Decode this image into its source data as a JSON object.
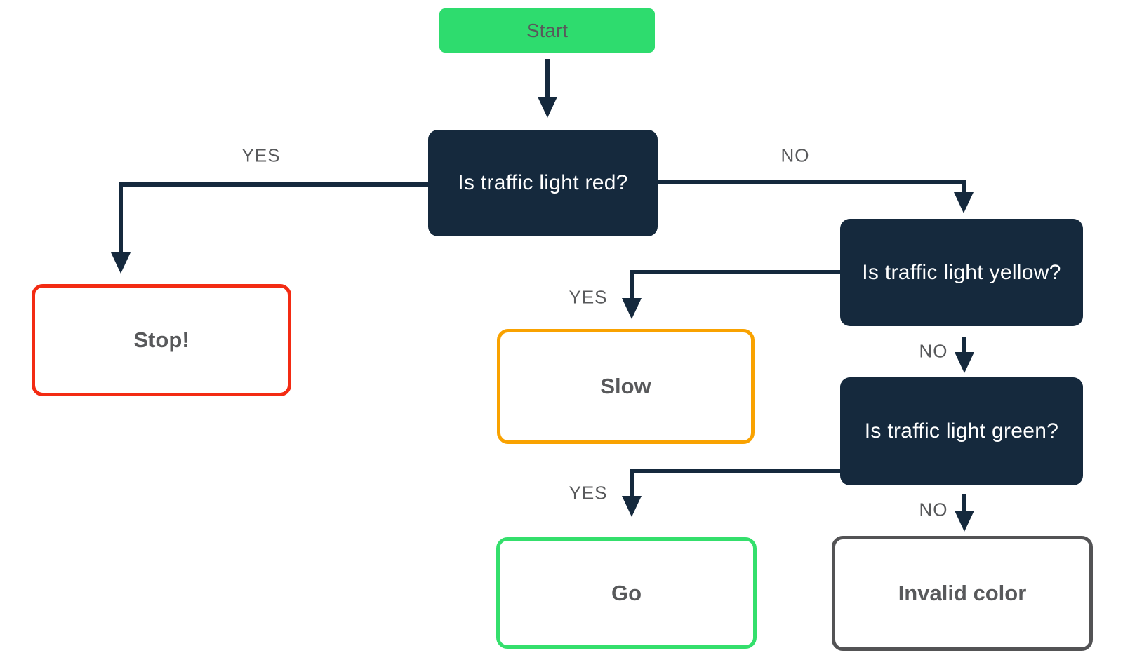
{
  "diagram": {
    "type": "flowchart",
    "nodes": {
      "start": {
        "label": "Start",
        "kind": "start"
      },
      "q_red": {
        "label": "Is traffic light red?",
        "kind": "decision"
      },
      "q_yellow": {
        "label": "Is traffic light yellow?",
        "kind": "decision"
      },
      "q_green": {
        "label": "Is traffic light green?",
        "kind": "decision"
      },
      "stop": {
        "label": "Stop!",
        "kind": "result"
      },
      "slow": {
        "label": "Slow",
        "kind": "result"
      },
      "go": {
        "label": "Go",
        "kind": "result"
      },
      "invalid": {
        "label": "Invalid color",
        "kind": "result"
      }
    },
    "edges": {
      "start_flow": {
        "from": "start",
        "to": "q_red",
        "label": ""
      },
      "red_yes": {
        "from": "q_red",
        "to": "stop",
        "label": "YES"
      },
      "red_no": {
        "from": "q_red",
        "to": "q_yellow",
        "label": "NO"
      },
      "yellow_yes": {
        "from": "q_yellow",
        "to": "slow",
        "label": "YES"
      },
      "yellow_no": {
        "from": "q_yellow",
        "to": "q_green",
        "label": "NO"
      },
      "green_yes": {
        "from": "q_green",
        "to": "go",
        "label": "YES"
      },
      "green_no": {
        "from": "q_green",
        "to": "invalid",
        "label": "NO"
      }
    },
    "colors": {
      "canvas_bg": "#FFFFFF",
      "node_fill": "#15293D",
      "node_text": "#FFFFFF",
      "edge": "#15293D",
      "muted_text": "#58595B",
      "start_fill": "#2EDC6E",
      "stop_border": "#F32B13",
      "slow_border": "#F9A200",
      "go_border": "#34DF6C",
      "invalid_border": "#535355"
    }
  }
}
